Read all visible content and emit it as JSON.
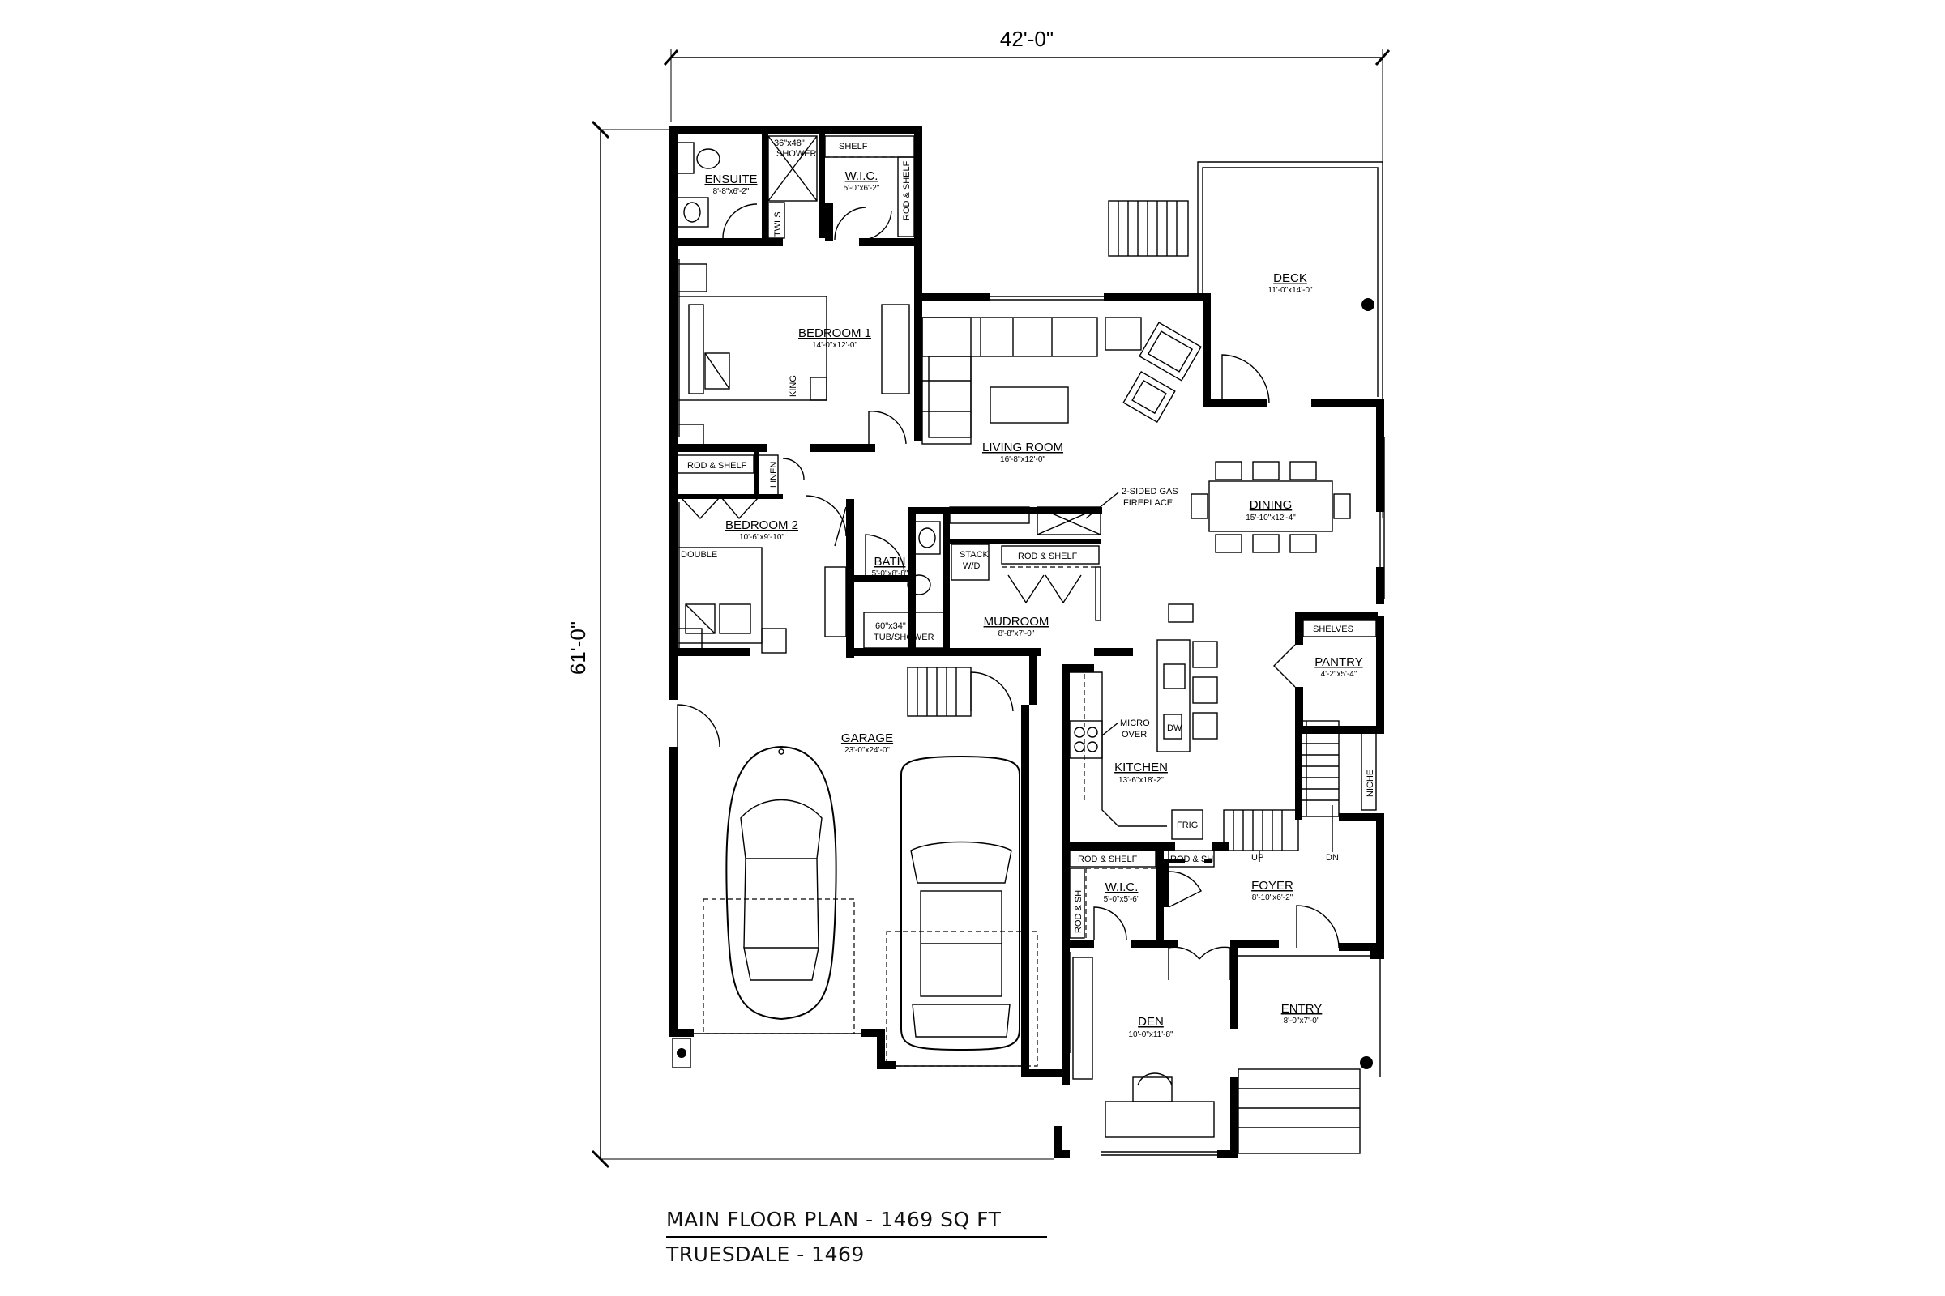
{
  "dimensions": {
    "width": "42'-0\"",
    "depth": "61'-0\""
  },
  "title": {
    "main": "MAIN FLOOR PLAN - 1469 SQ FT",
    "sub": "TRUESDALE - 1469"
  },
  "rooms": {
    "ensuite": {
      "name": "ENSUITE",
      "dim": "8'-8\"x6'-2\""
    },
    "wic1": {
      "name": "W.I.C.",
      "dim": "5'-0\"x6'-2\""
    },
    "bedroom1": {
      "name": "BEDROOM 1",
      "dim": "14'-0\"x12'-0\""
    },
    "living": {
      "name": "LIVING ROOM",
      "dim": "16'-8\"x12'-0\""
    },
    "deck": {
      "name": "DECK",
      "dim": "11'-0\"x14'-0\""
    },
    "dining": {
      "name": "DINING",
      "dim": "15'-10\"x12'-4\""
    },
    "bedroom2": {
      "name": "BEDROOM 2",
      "dim": "10'-6\"x9'-10\""
    },
    "bath": {
      "name": "BATH",
      "dim": "5'-0\"x8'-8\""
    },
    "mudroom": {
      "name": "MUDROOM",
      "dim": "8'-8\"x7'-0\""
    },
    "pantry": {
      "name": "PANTRY",
      "dim": "4'-2\"x5'-4\""
    },
    "garage": {
      "name": "GARAGE",
      "dim": "23'-0\"x24'-0\""
    },
    "kitchen": {
      "name": "KITCHEN",
      "dim": "13'-6\"x18'-2\""
    },
    "wic2": {
      "name": "W.I.C.",
      "dim": "5'-0\"x5'-6\""
    },
    "foyer": {
      "name": "FOYER",
      "dim": "8'-10\"x6'-2\""
    },
    "den": {
      "name": "DEN",
      "dim": "10'-0\"x11'-8\""
    },
    "entry": {
      "name": "ENTRY",
      "dim": "8'-0\"x7'-0\""
    }
  },
  "labels": {
    "shower": "36\"x48\"",
    "shower2": "SHOWER",
    "shelf": "SHELF",
    "rod_shelf_vertical": "ROD & SHELF",
    "twls": "TWLS",
    "king": "KING",
    "rod_shelf_bed2": "ROD & SHELF",
    "linen": "LINEN",
    "double": "DOUBLE",
    "fireplace1": "2-SIDED GAS",
    "fireplace2": "FIREPLACE",
    "stack1": "STACK",
    "stack2": "W/D",
    "rod_shelf_mud": "ROD & SHELF",
    "tub1": "60\"x34\"",
    "tub2": "TUB/SHOWER",
    "shelves": "SHELVES",
    "micro1": "MICRO",
    "micro2": "OVER",
    "dw": "DW",
    "frig": "FRIG",
    "niche": "NICHE",
    "up": "UP",
    "dn": "DN",
    "rod_shelf_wic2": "ROD & SHELF",
    "rod_sh_a": "ROD & SH",
    "rod_sh_b": "ROD & SH"
  }
}
